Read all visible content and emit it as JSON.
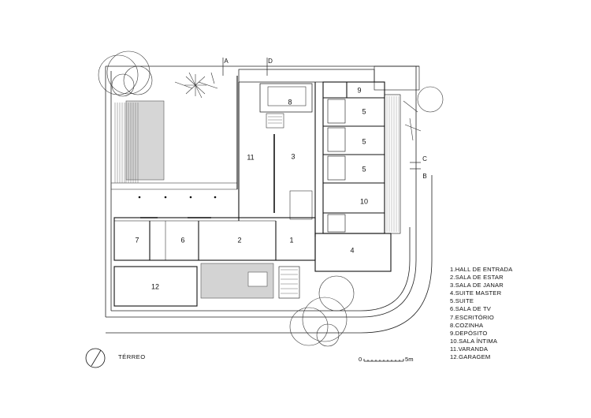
{
  "floor_name": "TÉRREO",
  "legend": [
    "1.HALL DE ENTRADA",
    "2.SALA DE ESTAR",
    "3.SALA DE JANAR",
    "4.SUITE MASTER",
    "5.SUITE",
    "6.SALA DE TV",
    "7.ESCRITÓRIO",
    "8.COZINHA",
    "9.DEPÓSITO",
    "10.SALA ÍNTIMA",
    "11.VARANDA",
    "12.GARAGEM"
  ],
  "rooms": [
    "1",
    "2",
    "3",
    "4",
    "5",
    "5",
    "5",
    "6",
    "7",
    "8",
    "9",
    "10",
    "11",
    "12"
  ],
  "sections": [
    "A",
    "D",
    "C",
    "B"
  ],
  "scale": {
    "start": "0",
    "end": "5m"
  }
}
